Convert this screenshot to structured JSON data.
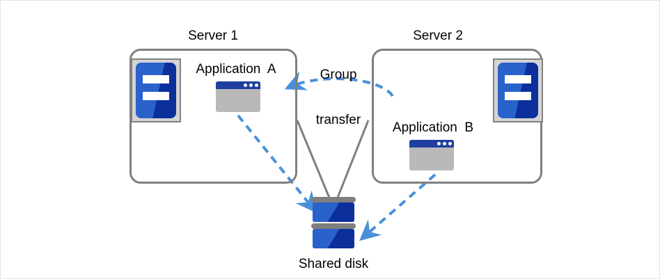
{
  "diagram": {
    "title_visible": false,
    "colors": {
      "box_border": "#7f7f7f",
      "arrow_blue": "#4a90d9",
      "icon_blue_dark": "#0b2f9b",
      "icon_blue_light": "#2a62cc",
      "app_titlebar": "#1f3f9e",
      "app_body": "#b9b9b9",
      "server_icon_bg": "#d4d4d4",
      "text": "#000000",
      "frame": "#e3e3e3"
    },
    "labels": {
      "server1": "Server 1",
      "server2": "Server 2",
      "application_a": "Application  A",
      "application_b": "Application  B",
      "group_transfer_line1": "Group",
      "group_transfer_line2": "transfer",
      "shared_disk": "Shared disk"
    },
    "icons": {
      "server1_icon": "server-icon",
      "server2_icon": "server-icon",
      "app_a_icon": "application-window-icon",
      "app_b_icon": "application-window-icon",
      "disk_icon": "shared-disk-icon"
    },
    "connections": [
      {
        "name": "server1-to-disk",
        "style": "solid",
        "color": "#7f7f7f",
        "from": "server-1-box",
        "to": "shared-disk"
      },
      {
        "name": "server2-to-disk",
        "style": "solid",
        "color": "#7f7f7f",
        "from": "server-2-box",
        "to": "shared-disk"
      },
      {
        "name": "application-a-to-disk",
        "style": "dashed",
        "color": "#4a90d9",
        "from": "application-a",
        "to": "shared-disk",
        "arrow": "end"
      },
      {
        "name": "application-b-to-disk",
        "style": "dashed",
        "color": "#4a90d9",
        "from": "application-b",
        "to": "shared-disk",
        "arrow": "end"
      },
      {
        "name": "group-transfer",
        "style": "dashed-curve",
        "color": "#4a90d9",
        "from": "server-2",
        "to": "server-1",
        "arrow": "end",
        "label": "Group transfer"
      }
    ]
  }
}
